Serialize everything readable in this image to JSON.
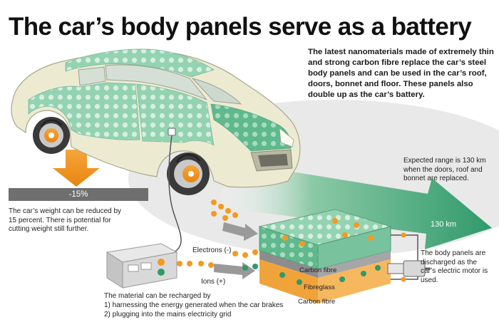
{
  "title": "The car’s body panels serve as a battery",
  "intro": "The latest nanomaterials made of extremely thin and strong carbon fibre replace the car’s steel body panels and can be used in the car’s roof, doors, bonnet and floor. These panels also double up as the car’s battery.",
  "weight": {
    "value": "-15%",
    "text": "The car’s weight can be reduced by 15 percent. There is potential for cutting weight still further."
  },
  "range": {
    "text": "Expected range is 130 km when the doors, roof and bonnet are replaced.",
    "value": "130 km"
  },
  "battery": {
    "electrons_label": "Electrons (-)",
    "ions_label": "Ions (+)",
    "layers": [
      "Carbon fibre",
      "Fibreglass",
      "Carbon fibre"
    ]
  },
  "discharge_text": "The body panels are discharged as the car’s electric motor is used.",
  "recharge": {
    "intro": "The material can be recharged by",
    "options": [
      "1) harnessing the energy generated when the car brakes",
      "2) plugging into the mains electricity grid"
    ]
  },
  "colors": {
    "green": "#2f9a6b",
    "panel_green": "#8fd1b0",
    "orange": "#f39a1f",
    "grey": "#6f6f6f",
    "car_body": "#ecebd2"
  }
}
